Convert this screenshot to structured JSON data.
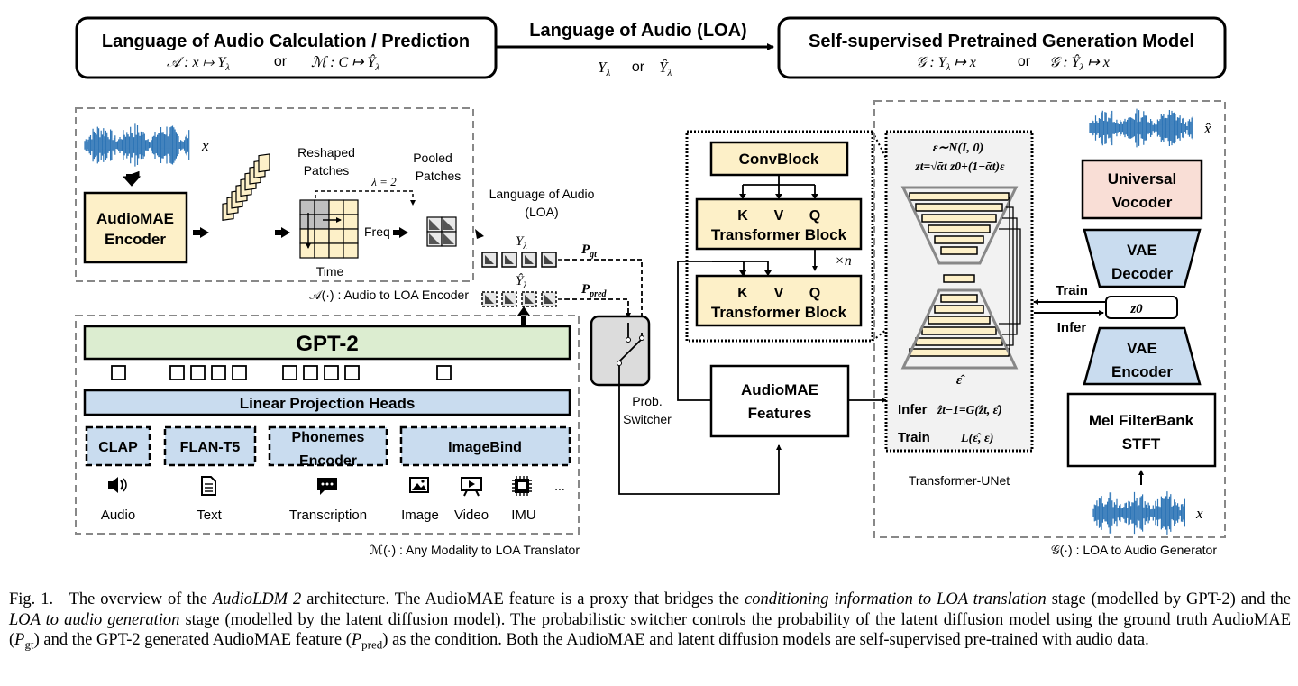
{
  "top": {
    "left_title": "Language of Audio Calculation / Prediction",
    "left_formula_a": "𝒜 : x ↦ Y",
    "left_or": "or",
    "left_formula_m": "ℳ : C ↦ Ŷ",
    "center_title": "Language of Audio (LOA)",
    "center_y": "Y",
    "center_or": "or",
    "center_yhat": "Ŷ",
    "right_title": "Self-supervised Pretrained Generation Model",
    "right_formula_1": "𝒢 : Y ↦ x",
    "right_or": "or",
    "right_formula_2": "𝒢 : Ŷ ↦ x",
    "lambda_sub": "λ"
  },
  "encoder": {
    "x_label": "x",
    "audiomae_encoder": [
      "AudioMAE",
      "Encoder"
    ],
    "reshaped": [
      "Reshaped",
      "Patches"
    ],
    "pooled": [
      "Pooled",
      "Patches"
    ],
    "lambda_eq": "λ = 2",
    "freq": "Freq",
    "time": "Time",
    "loa_label": [
      "Language of Audio",
      "(LOA)"
    ],
    "y_lambda": "Y",
    "yhat_lambda": "Ŷ",
    "p_gt": "P",
    "p_gt_sub": "gt",
    "p_pred": "P",
    "p_pred_sub": "pred",
    "caption": "𝒜(·) : Audio to LOA Encoder"
  },
  "translator": {
    "gpt2": "GPT-2",
    "linear_heads": "Linear Projection Heads",
    "modules": [
      "CLAP",
      "FLAN-T5",
      "Phonemes Encoder",
      "ImageBind"
    ],
    "modalities": [
      "Audio",
      "Text",
      "Transcription",
      "Image",
      "Video",
      "IMU"
    ],
    "ellipsis": "...",
    "caption": "ℳ(·) : Any Modality to LOA Translator"
  },
  "switcher": {
    "label": [
      "Prob.",
      "Switcher"
    ]
  },
  "audiomae_features": [
    "AudioMAE",
    "Features"
  ],
  "transformer": {
    "convblock": "ConvBlock",
    "kvq": [
      "K",
      "V",
      "Q"
    ],
    "block": "Transformer Block",
    "times_n": "×n"
  },
  "unet": {
    "eps_dist": "ε∼N(I, 0)",
    "zt_formula": "zt=√ᾱt z0+(1−ᾱt)ε",
    "eps_hat": "ε̂",
    "infer_label": "Infer",
    "infer_formula": "ẑt−1=G(ẑt, ε̂)",
    "train_label": "Train",
    "train_formula": "L(ε̂, ε)",
    "caption": "Transformer-UNet"
  },
  "generator": {
    "xhat": "x̂",
    "x": "x",
    "vocoder": [
      "Universal",
      "Vocoder"
    ],
    "vae_decoder": [
      "VAE",
      "Decoder"
    ],
    "z0": "z0",
    "train": "Train",
    "infer": "Infer",
    "vae_encoder": [
      "VAE",
      "Encoder"
    ],
    "mel": [
      "Mel FilterBank",
      "STFT"
    ],
    "caption": "𝒢(·) : LOA to Audio Generator"
  },
  "figure_caption": [
    {
      "t": "Fig. 1.   The overview of the ",
      "s": "n"
    },
    {
      "t": "AudioLDM 2",
      "s": "i"
    },
    {
      "t": " architecture. The AudioMAE feature is a proxy that bridges the ",
      "s": "n"
    },
    {
      "t": "conditioning information to LOA translation",
      "s": "i"
    },
    {
      "t": " stage (modelled by GPT-2) and the ",
      "s": "n"
    },
    {
      "t": "LOA to audio generation",
      "s": "i"
    },
    {
      "t": " stage (modelled by the latent diffusion model). The probabilistic switcher controls the probability of the latent diffusion model using the ground truth AudioMAE (",
      "s": "n"
    },
    {
      "t": "P",
      "s": "i"
    },
    {
      "t": "gt",
      "s": "sub"
    },
    {
      "t": ") and the GPT-2 generated AudioMAE feature (",
      "s": "n"
    },
    {
      "t": "P",
      "s": "i"
    },
    {
      "t": "pred",
      "s": "sub"
    },
    {
      "t": ") as the condition. Both the AudioMAE and latent diffusion models are self-supervised pre-trained with audio data.",
      "s": "n"
    }
  ],
  "colors": {
    "yellow_fill": "#fdf0c8",
    "blue_fill": "#c9dcef",
    "green_fill": "#dcedd0",
    "pink_fill": "#f9ded6",
    "grey_fill": "#dcdcdc",
    "waveform": "#2e75b6"
  }
}
